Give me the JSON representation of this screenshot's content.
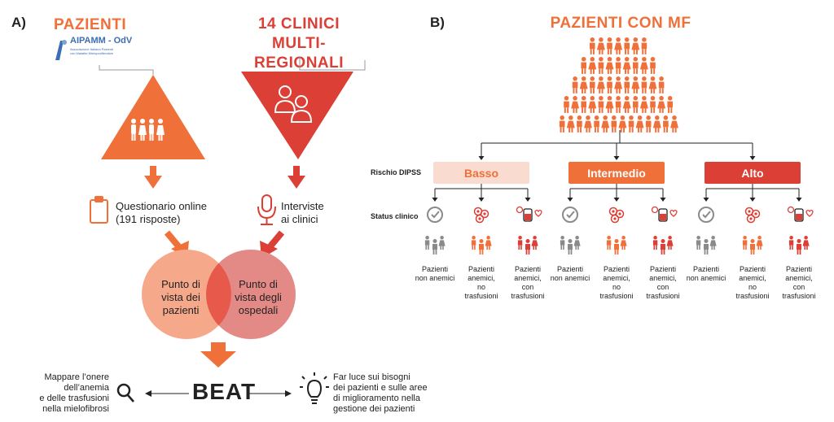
{
  "left": {
    "panel_label": "A)",
    "patients_title": "PAZIENTI",
    "aipamm_logo_text": "AIPAMM - OdV",
    "aipamm_sub1": "Associazione Italiana Pazienti",
    "aipamm_sub2": "con Malattie Mieloproliferative",
    "clinicians_title_line1": "14 CLINICI MULTI-",
    "clinicians_title_line2": "REGIONALI",
    "questionnaire_line1": "Questionario online",
    "questionnaire_line2": "(191 risposte)",
    "interviews_line1": "Interviste",
    "interviews_line2": "ai clinici",
    "venn_left_line1": "Punto di",
    "venn_left_line2": "vista dei",
    "venn_left_line3": "pazienti",
    "venn_right_line1": "Punto di",
    "venn_right_line2": "vista degli",
    "venn_right_line3": "ospedali",
    "beat": "BEAT",
    "left_goal_line1": "Mappare l’onere",
    "left_goal_line2": "dell’anemia",
    "left_goal_line3": "e delle trasfusioni",
    "left_goal_line4": "nella mielofibrosi",
    "right_goal_line1": "Far luce sui bisogni",
    "right_goal_line2": "dei pazienti e sulle aree",
    "right_goal_line3": "di miglioramento nella",
    "right_goal_line4": "gestione dei pazienti"
  },
  "right": {
    "panel_label": "B)",
    "title": "PAZIENTI CON MF",
    "risk_label": "Rischio DIPSS",
    "status_label": "Status clinico",
    "risk_groups": [
      {
        "label": "Basso",
        "bg": "#FADBD0",
        "fg": "#F0703A"
      },
      {
        "label": "Intermedio",
        "bg": "#F0703A",
        "fg": "#FFFFFF"
      },
      {
        "label": "Alto",
        "bg": "#DB3F36",
        "fg": "#FFFFFF"
      }
    ],
    "status_items": [
      {
        "line1": "Pazienti",
        "line2": "non anemici",
        "line3": "",
        "line4": ""
      },
      {
        "line1": "Pazienti",
        "line2": "anemici,",
        "line3": "no",
        "line4": "trasfusioni"
      },
      {
        "line1": "Pazienti",
        "line2": "anemici,",
        "line3": "con",
        "line4": "trasfusioni"
      }
    ]
  },
  "colors": {
    "orange": "#F0703A",
    "red": "#DB3F36",
    "light_orange": "#F6A98A",
    "light_red": "#E48A86",
    "grey": "#8A8A8A"
  }
}
